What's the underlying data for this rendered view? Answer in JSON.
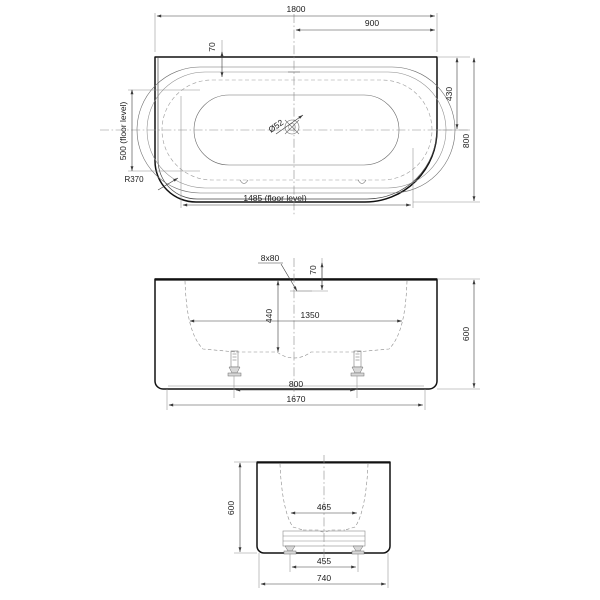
{
  "document": {
    "type": "technical-drawing",
    "subject": "freestanding-bathtub",
    "views": [
      "plan-view",
      "front-elevation",
      "side-elevation"
    ],
    "units": "mm"
  },
  "plan_view": {
    "name": "plan-view",
    "dim_overall_width": "1800",
    "dim_half_width": "900",
    "dim_rim_offset": "70",
    "dim_floor_depth": "500 (floor level)",
    "dim_floor_length": "1485 (floor level)",
    "dim_inner_depth": "430",
    "dim_overall_depth": "800",
    "label_radius": "R370",
    "label_drain": "Ø52"
  },
  "front_elevation": {
    "name": "front-elevation",
    "dim_rim_thickness": "8x80",
    "dim_rim_offset": "70",
    "dim_inner_height": "440",
    "dim_inner_width": "1350",
    "dim_overall_height": "600",
    "dim_feet_spacing": "800",
    "dim_overall_width": "1670"
  },
  "side_elevation": {
    "name": "side-elevation",
    "dim_overall_height": "600",
    "dim_inner_width": "465",
    "dim_feet_spacing": "455",
    "dim_overall_width": "740"
  },
  "colors": {
    "outline": "#111111",
    "dimension": "#3a3a3a",
    "hidden": "#9a9a9a",
    "background": "#ffffff"
  }
}
